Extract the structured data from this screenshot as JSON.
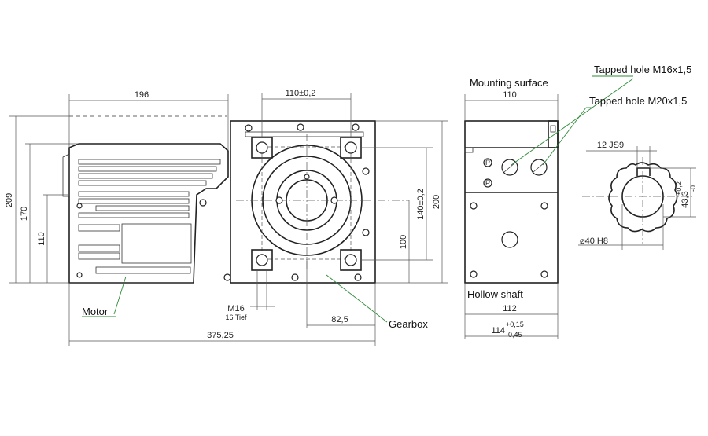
{
  "callouts": {
    "motor": "Motor",
    "gearbox": "Gearbox",
    "mounting_surface": "Mounting surface",
    "tapped_hole_m16": "Tapped hole M16x1,5",
    "tapped_hole_m20": "Tapped hole M20x1,5",
    "hollow_shaft": "Hollow shaft"
  },
  "dimensions": {
    "motor_length": "196",
    "bolt_spacing": "110±0,2",
    "overall_height": "209",
    "height_170": "170",
    "height_110": "110",
    "height_200": "200",
    "bolt_vertical": "140±0,2",
    "height_100": "100",
    "thread_m16": "M16",
    "thread_depth": "16 Tief",
    "offset_82_5": "82,5",
    "overall_length": "375,25",
    "side_width_110": "110",
    "side_width_112": "112",
    "side_width_114": "114",
    "tol_plus": "+0,15",
    "tol_minus": "-0,45",
    "key_width": "12 JS9",
    "bore_diameter": "⌀40 H8",
    "key_height": "43,3",
    "key_tol_plus": "+0,2",
    "key_tol_minus": "-0"
  },
  "side_labels": {
    "plug_a": "P",
    "plug_b": "P"
  }
}
